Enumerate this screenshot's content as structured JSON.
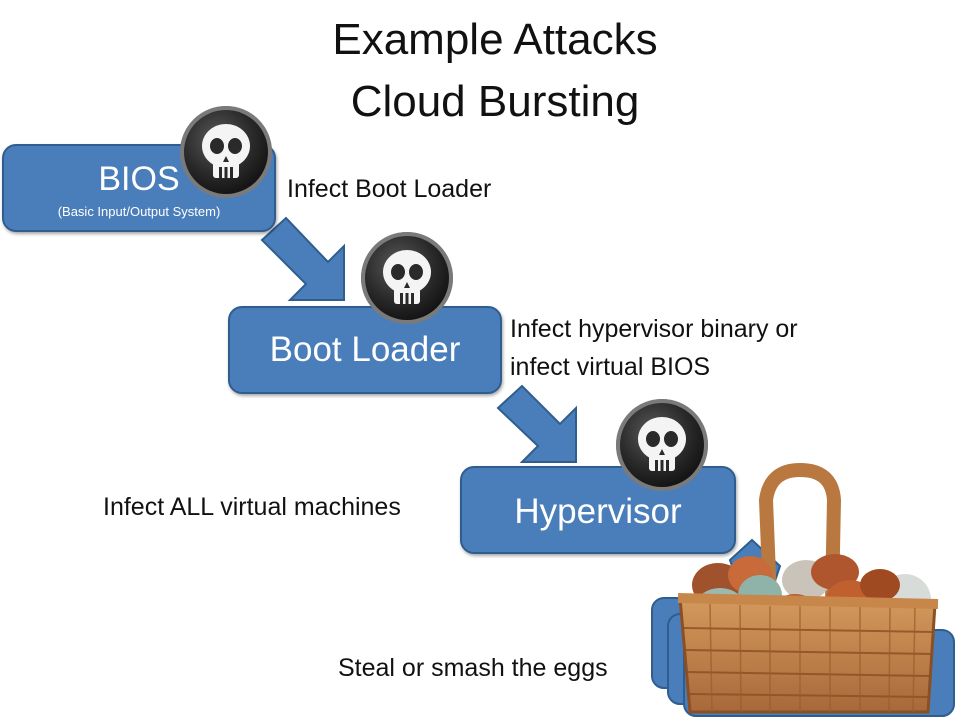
{
  "title": {
    "line1": "Example Attacks",
    "line2": "Cloud Bursting"
  },
  "boxes": {
    "bios": {
      "label": "BIOS",
      "sublabel": "(Basic Input/Output System)"
    },
    "boot_loader": {
      "label": "Boot Loader"
    },
    "hypervisor": {
      "label": "Hypervisor"
    }
  },
  "annotations": {
    "infect_boot_loader": "Infect Boot Loader",
    "infect_hypervisor_line1": "Infect hypervisor binary or",
    "infect_hypervisor_line2": "infect virtual BIOS",
    "infect_vms": "Infect ALL virtual machines",
    "steal_eggs": "Steal or smash the eggs"
  },
  "colors": {
    "box_fill": "#4a7ebb",
    "box_border": "#2f5d8e",
    "skull_badge": "#2b2b2b"
  },
  "icons": [
    "skull-icon",
    "down-arrow-icon",
    "egg-basket-image"
  ]
}
